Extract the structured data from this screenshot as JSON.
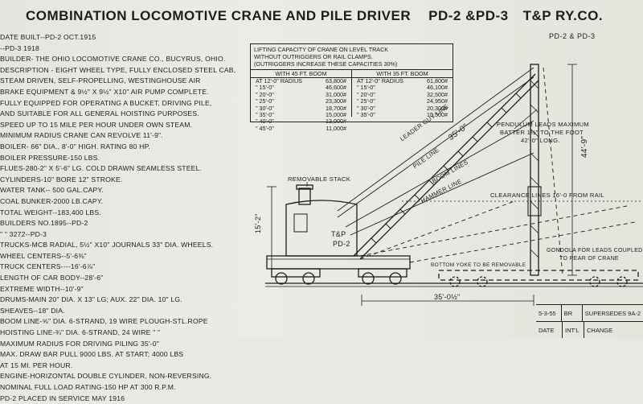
{
  "title": {
    "main": "COMBINATION LOCOMOTIVE CRANE AND PILE DRIVER",
    "model": "PD-2 &PD-3",
    "railroad": "T&P RY.CO."
  },
  "model_right": "PD-2 & PD-3",
  "specs": [
    "DATE BUILT--PD-2 OCT.1915",
    "          --PD-3  1918",
    "BUILDER- THE OHIO LOCOMOTIVE CRANE CO., BUCYRUS, OHIO.",
    "DESCRIPTION - EIGHT WHEEL TYPE, FULLY ENCLOSED STEEL CAB,",
    "STEAM DRIVEN, SELF-PROPELLING, WESTINGHOUSE AIR",
    "BRAKE EQUIPMENT & 9½\" X 9½\" X10\" AIR PUMP COMPLETE.",
    "FULLY EQUIPPED FOR OPERATING A BUCKET, DRIVING PILE,",
    "AND SUITABLE FOR ALL GENERAL HOISTING PURPOSES.",
    "SPEED UP TO 15 MILE PER HOUR UNDER OWN STEAM.",
    "MINIMUM RADIUS CRANE CAN REVOLVE 11'-9\".",
    "BOILER- 66\" DIA., 8'-0\" HIGH. RATING 80 HP.",
    "BOILER PRESSURE-150 LBS.",
    "FLUES-280-2\" X 5'-6\" LG. COLD DRAWN SEAMLESS STEEL.",
    "CYLINDERS-10\" BORE 12\" STROKE.",
    "WATER TANK-- 500 GAL.CAPY.",
    "COAL BUNKER-2000 LB.CAPY.",
    "TOTAL WEIGHT--183,400 LBS.",
    "BUILDERS NO.1895--PD-2",
    "      \"     \"  3272--PD-3",
    "TRUCKS-MCB RADIAL, 5½\" X10\" JOURNALS 33\" DIA. WHEELS.",
    "WHEEL CENTERS--5'-6⅜\"",
    "TRUCK CENTERS----16'-6⅞\"",
    "LENGTH OF CAR BODY--28'-6\"",
    "EXTREME WIDTH--10'-9\"",
    "DRUMS-MAIN 20\" DIA. X 13\" LG; AUX. 22\" DIA. 10\" LG.",
    "SHEAVES--18\" DIA.",
    "BOOM LINE-⅝\" DIA. 6-STRAND, 19 WIRE PLOUGH-STL.ROPE",
    "HOISTING LINE-¾\" DIA. 6-STRAND, 24 WIRE      \"     \"",
    "MAXIMUM RADIUS FOR DRIVING PILING 35'-0\"",
    "MAX. DRAW BAR PULL 9000 LBS. AT START; 4000 LBS",
    "         AT 15 MI. PER HOUR.",
    "ENGINE-HORIZONTAL DOUBLE CYLINDER, NON-REVERSING.",
    "NOMINAL FULL LOAD RATING-150 HP AT 300 R.P.M.",
    "PD-2 PLACED IN SERVICE MAY 1916"
  ],
  "lifting_table": {
    "header": [
      "LIFTING CAPACITY OF CRANE ON LEVEL TRACK",
      "WITHOUT OUTRIGGERS OR RAIL CLAMPS.",
      "(OUTRIGGERS INCREASE THESE CAPACITIES 30%)"
    ],
    "columns": [
      {
        "title": "WITH 45 FT. BOOM",
        "rows": [
          [
            "AT 12'-0\" RADIUS",
            "63,800#"
          ],
          [
            "\"  15'-0\"",
            "46,600#"
          ],
          [
            "\"  20'-0\"",
            "31,000#"
          ],
          [
            "\"  25'-0\"",
            "23,300#"
          ],
          [
            "\"  30'-0\"",
            "18,700#"
          ],
          [
            "\"  35'-0\"",
            "15,000#"
          ],
          [
            "\"  40'-0\"",
            "13,000#"
          ],
          [
            "\"  45'-0\"",
            "11,000#"
          ]
        ]
      },
      {
        "title": "WITH 35 FT. BOOM",
        "rows": [
          [
            "AT 12'-0\" RADIUS",
            "61,800#"
          ],
          [
            "\"  15'-0\"",
            "46,100#"
          ],
          [
            "\"  20'-0\"",
            "32,500#"
          ],
          [
            "\"  25'-0\"",
            "24,950#"
          ],
          [
            "\"  30'-0\"",
            "20,300#"
          ],
          [
            "\"  35'-0\"",
            "15,500#"
          ]
        ]
      }
    ]
  },
  "drawing_labels": {
    "removable_stack": "REMOVABLE STACK",
    "leader_guy_line": "LEADER GUY LINE",
    "pile_line": "PILE LINE",
    "boom_dim": "35'-0\"",
    "boom_lines": "BOOM LINES",
    "hammer_line": "HAMMER LINE",
    "cab_text_1": "T&P",
    "cab_text_2": "PD-2",
    "pendulum_1": "PENDULUM LEADS MAXIMUM",
    "pendulum_2": "BATTER 1½\" TO THE FOOT",
    "pendulum_3": "42'-0\" LONG.",
    "clearance": "CLEARANCE LINES 16'-0 FROM RAIL",
    "gondola_1": "GONDOLA FOR LEADS COUPLED",
    "gondola_2": "TO REAR OF CRANE",
    "bottom_yoke": "BOTTOM YOKE TO BE REMOVABLE",
    "height_dim": "44'-9\"",
    "cab_height_dim": "15'-2\"",
    "base_dim": "35'-0½\""
  },
  "title_block": {
    "date_value": "5-3-55",
    "initials_value": "BR",
    "supersedes": "SUPERSEDES 9A-2",
    "date_label": "DATE",
    "initials_label": "INT'L",
    "change_label": "CHANGE"
  }
}
